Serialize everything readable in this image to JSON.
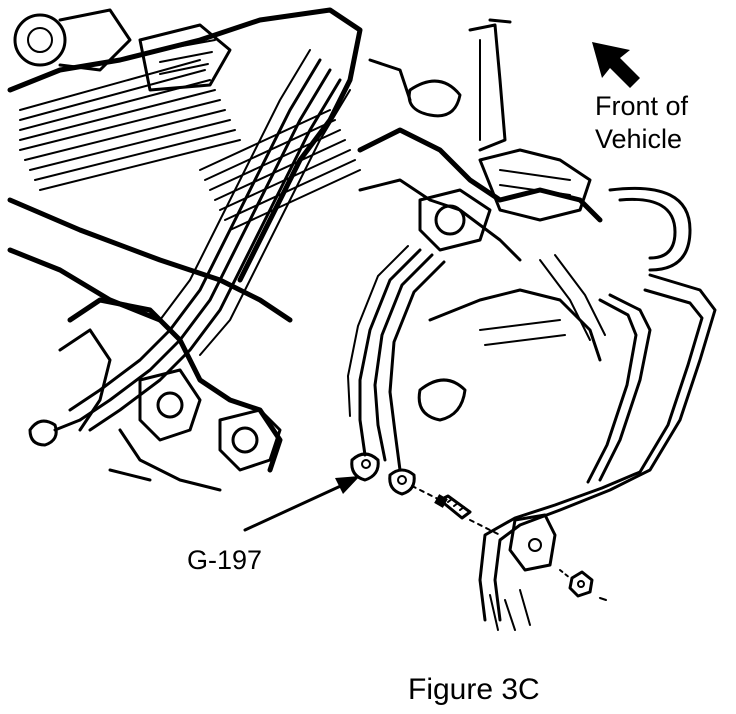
{
  "labels": {
    "front_of_vehicle_line1": "Front of",
    "front_of_vehicle_line2": "Vehicle",
    "ground_point": "G-197",
    "figure_caption": "Figure 3C"
  },
  "colors": {
    "ink": "#000000",
    "paper": "#ffffff"
  },
  "icons": {
    "direction_arrow": "arrow-up-left-icon"
  }
}
